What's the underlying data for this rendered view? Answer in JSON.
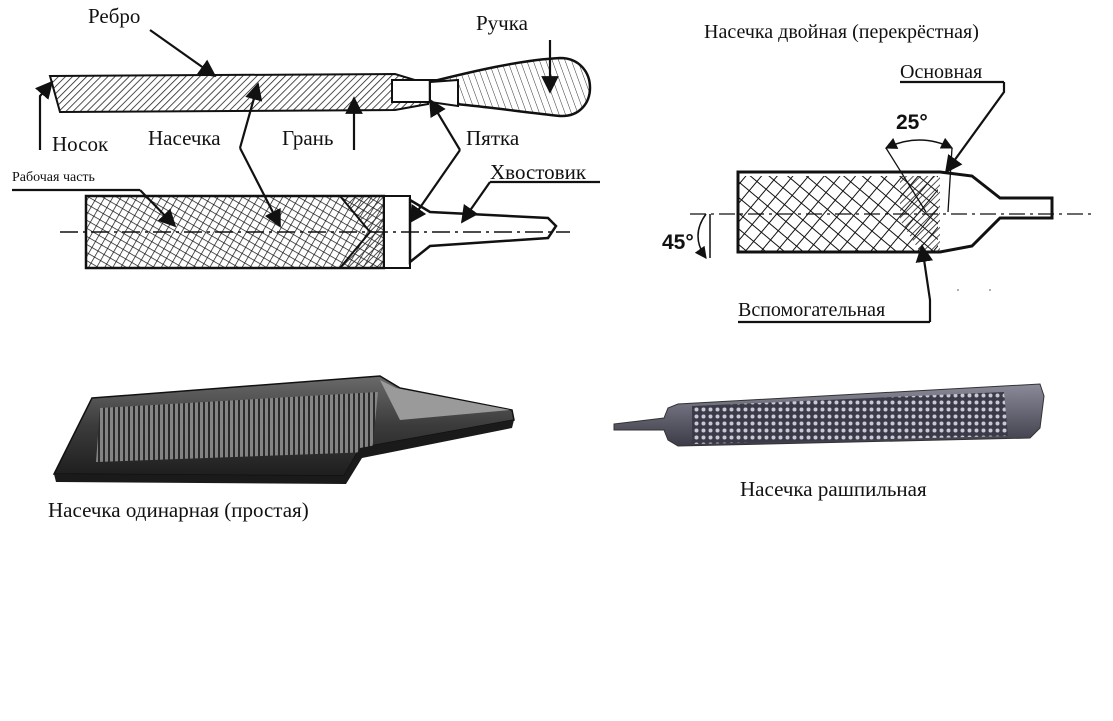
{
  "labels": {
    "rebro": "Ребро",
    "ruchka": "Ручка",
    "nosok": "Носок",
    "nasechka": "Насечка",
    "gran": "Грань",
    "pyatka": "Пятка",
    "rabochaya": "Рабочая часть",
    "hvostovik": "Хвостовик",
    "double_cut_title": "Насечка двойная (перекрёстная)",
    "osnovnaya": "Основная",
    "angle_25": "25°",
    "angle_45": "45°",
    "vspomogatelnaya": "Вспомогательная",
    "single_cut_caption": "Насечка одинарная (простая)",
    "rasp_caption": "Насечка рашпильная"
  }
}
